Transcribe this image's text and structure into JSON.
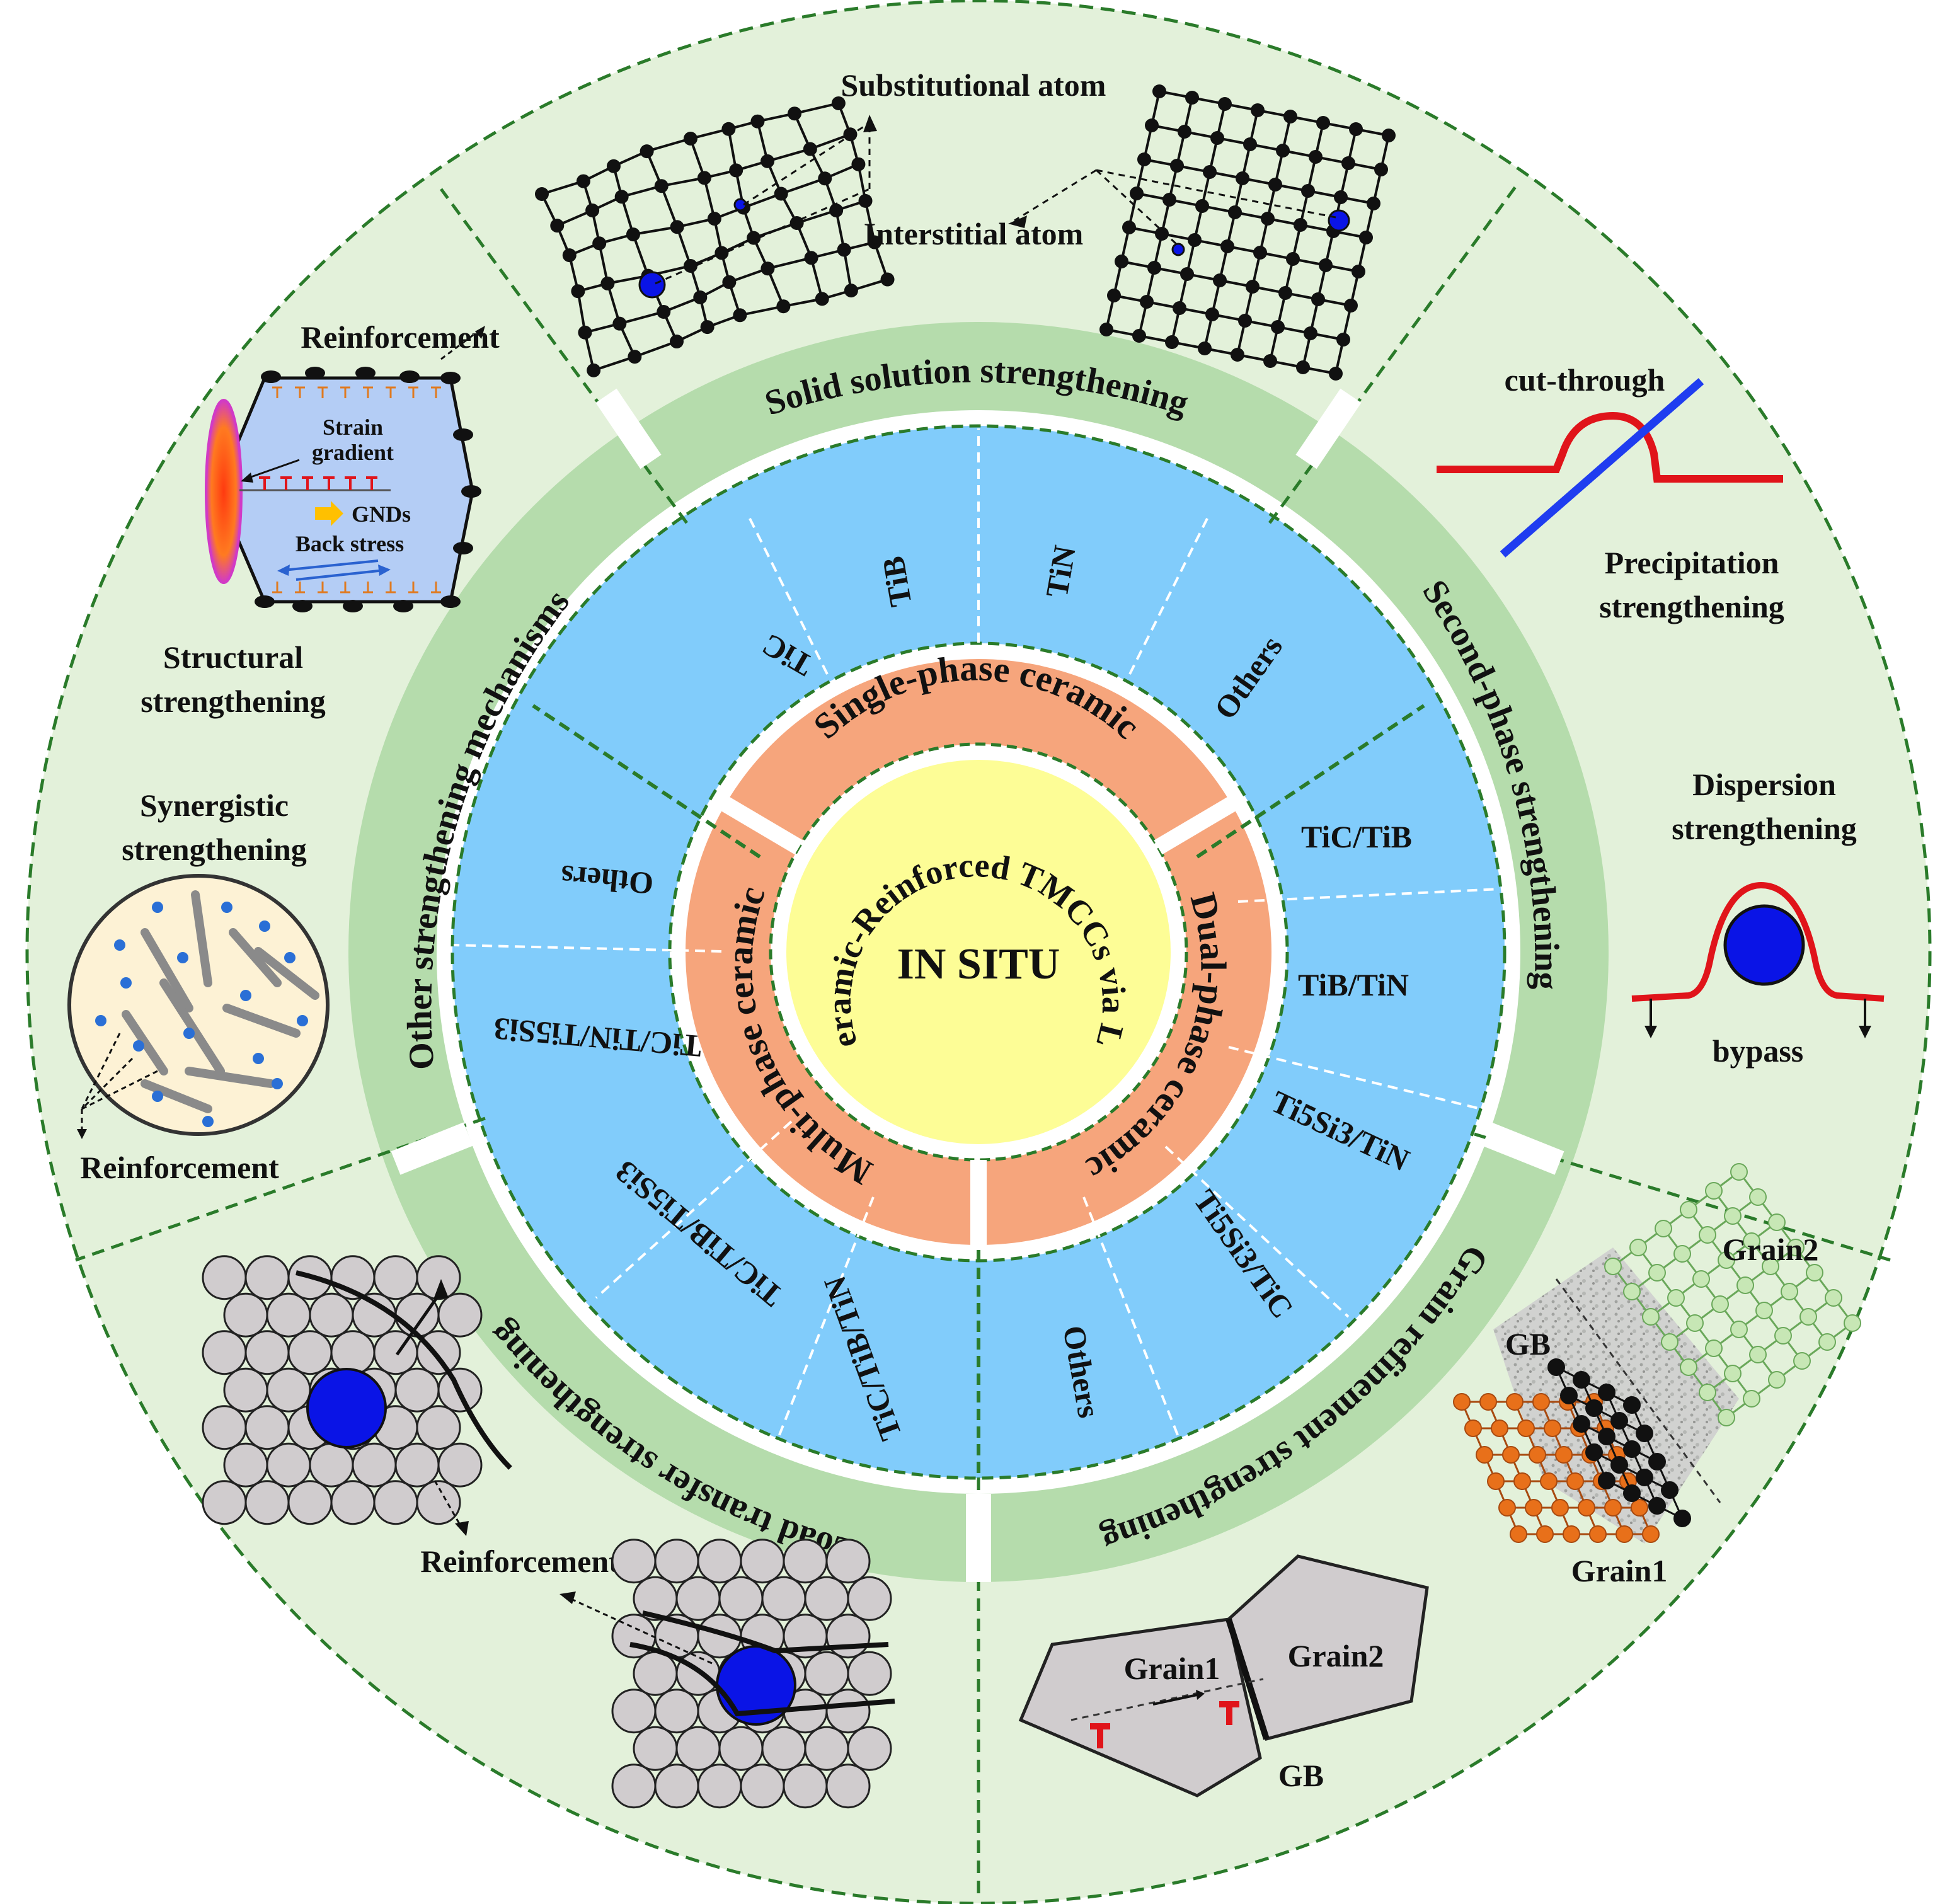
{
  "colors": {
    "outer_ring": "#e3f1da",
    "band_ring": "#b5dcac",
    "ceramic_ring": "#81ccfb",
    "group_ring": "#f6a57c",
    "core": "#fdfd96",
    "divider": "#2a7b2a",
    "atom_blue": "#0a14e6",
    "dislocation_red": "#e0141a"
  },
  "core": {
    "line1": "IN SITU",
    "arc_text": "Ceramic-Reinforced TMCCs via LC"
  },
  "groups": [
    {
      "id": "single",
      "label": "Single-phase ceramic"
    },
    {
      "id": "dual",
      "label": "Dual-phase ceramic"
    },
    {
      "id": "multi",
      "label": "Multi-phase ceramic"
    }
  ],
  "ceramics": {
    "single": [
      "TiC",
      "TiB",
      "TiN",
      "Others"
    ],
    "dual": [
      "TiC/TiB",
      "TiB/TiN",
      "Ti5Si3/TiN",
      "Ti5Si3/TiC",
      "Others"
    ],
    "multi": [
      "TiC/TiB/TiN",
      "TiC/TiB/Ti5Si3",
      "TiC/TiN/Ti5Si3",
      "Others"
    ]
  },
  "mechanisms": [
    {
      "id": "solid",
      "label": "Solid solution strengthening"
    },
    {
      "id": "second",
      "label": "Second-phase strengthening"
    },
    {
      "id": "grain",
      "label": "Grain refinement strengthening"
    },
    {
      "id": "load",
      "label": "Load transfer strengthening"
    },
    {
      "id": "other",
      "label": "Other strengthening mechanisms"
    }
  ],
  "illustrations": {
    "substitutional": "Substitutional atom",
    "interstitial": "Interstitial atom",
    "cut_through": "cut-through",
    "precipitation_1": "Precipitation",
    "precipitation_2": "strengthening",
    "dispersion_1": "Dispersion",
    "dispersion_2": "strengthening",
    "bypass": "bypass",
    "gb": "GB",
    "grain1": "Grain1",
    "grain2": "Grain2",
    "reinforcement": "Reinforcement",
    "structural_1": "Structural",
    "structural_2": "strengthening",
    "synergistic_1": "Synergistic",
    "synergistic_2": "strengthening",
    "strain_1": "Strain",
    "strain_2": "gradient",
    "gnds": "GNDs",
    "back_stress": "Back stress"
  }
}
